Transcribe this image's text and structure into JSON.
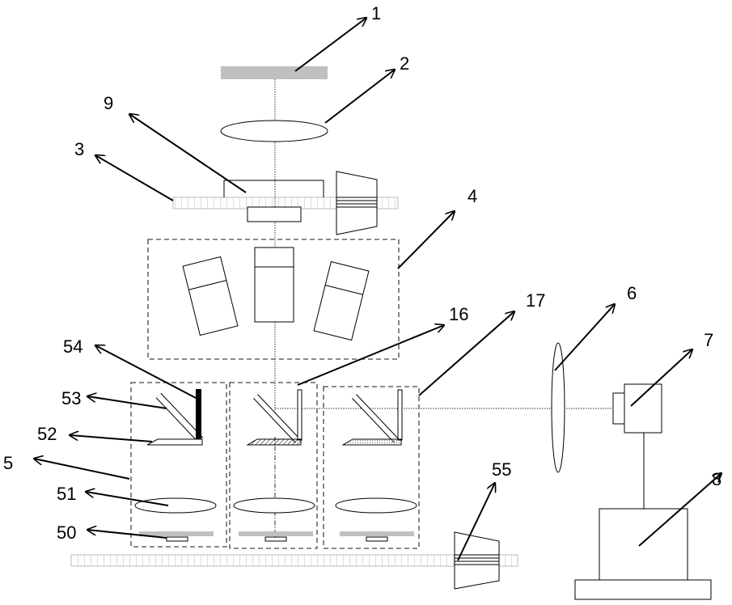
{
  "labels": {
    "l1": "1",
    "l2": "2",
    "l3": "3",
    "l4": "4",
    "l5": "5",
    "l6": "6",
    "l7": "7",
    "l8": "8",
    "l9": "9",
    "l16": "16",
    "l17": "17",
    "l50": "50",
    "l51": "51",
    "l52": "52",
    "l53": "53",
    "l54": "54",
    "l55": "55"
  }
}
